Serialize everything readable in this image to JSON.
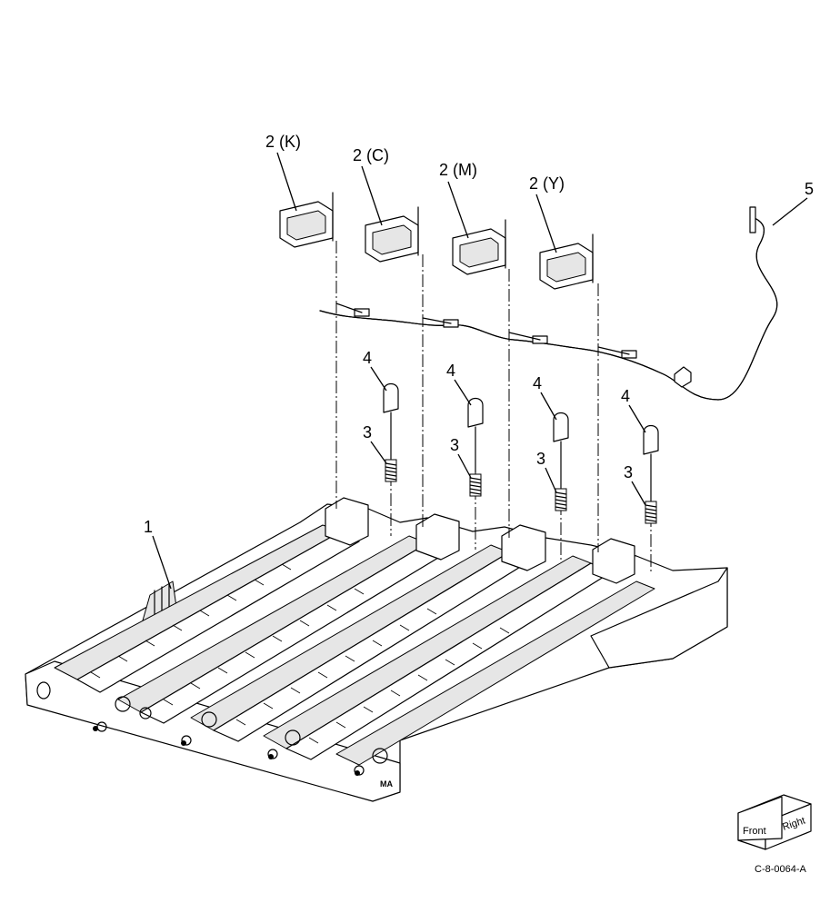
{
  "callouts": {
    "c1": "1",
    "c2k": "2 (K)",
    "c2c": "2 (C)",
    "c2m": "2 (M)",
    "c2y": "2 (Y)",
    "c3a": "3",
    "c3b": "3",
    "c3c": "3",
    "c3d": "3",
    "c4a": "4",
    "c4b": "4",
    "c4c": "4",
    "c4d": "4",
    "c5": "5"
  },
  "orientation_cube": {
    "front": "Front",
    "right": "Right"
  },
  "figure_id": "C-8-0064-A",
  "frame_marking": "MA",
  "colors": {
    "ink": "#000000",
    "background": "#ffffff",
    "shade": "#e6e6e6"
  }
}
